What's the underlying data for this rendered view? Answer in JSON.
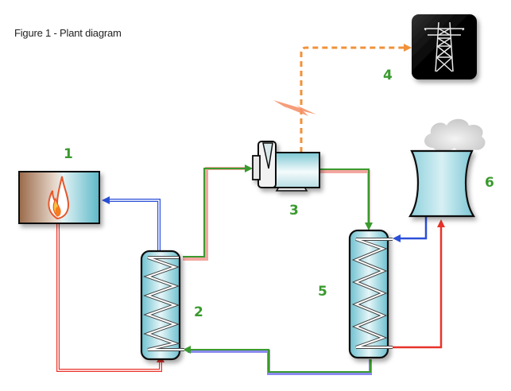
{
  "caption": "Figure 1 - Plant diagram",
  "components": [
    {
      "id": "1",
      "label": "1",
      "name": "boiler"
    },
    {
      "id": "2",
      "label": "2",
      "name": "heat-exchanger-evaporator"
    },
    {
      "id": "3",
      "label": "3",
      "name": "turbine-generator"
    },
    {
      "id": "4",
      "label": "4",
      "name": "power-grid"
    },
    {
      "id": "5",
      "label": "5",
      "name": "condenser"
    },
    {
      "id": "6",
      "label": "6",
      "name": "cooling-tower"
    }
  ],
  "colors": {
    "label_green": "#3a9a2e",
    "hot_line": "#e8332a",
    "cold_line": "#2a4fd8",
    "working_fluid": "#3a9a2e",
    "electric": "#f0923a",
    "vessel_fill": "#9fd6e0"
  }
}
